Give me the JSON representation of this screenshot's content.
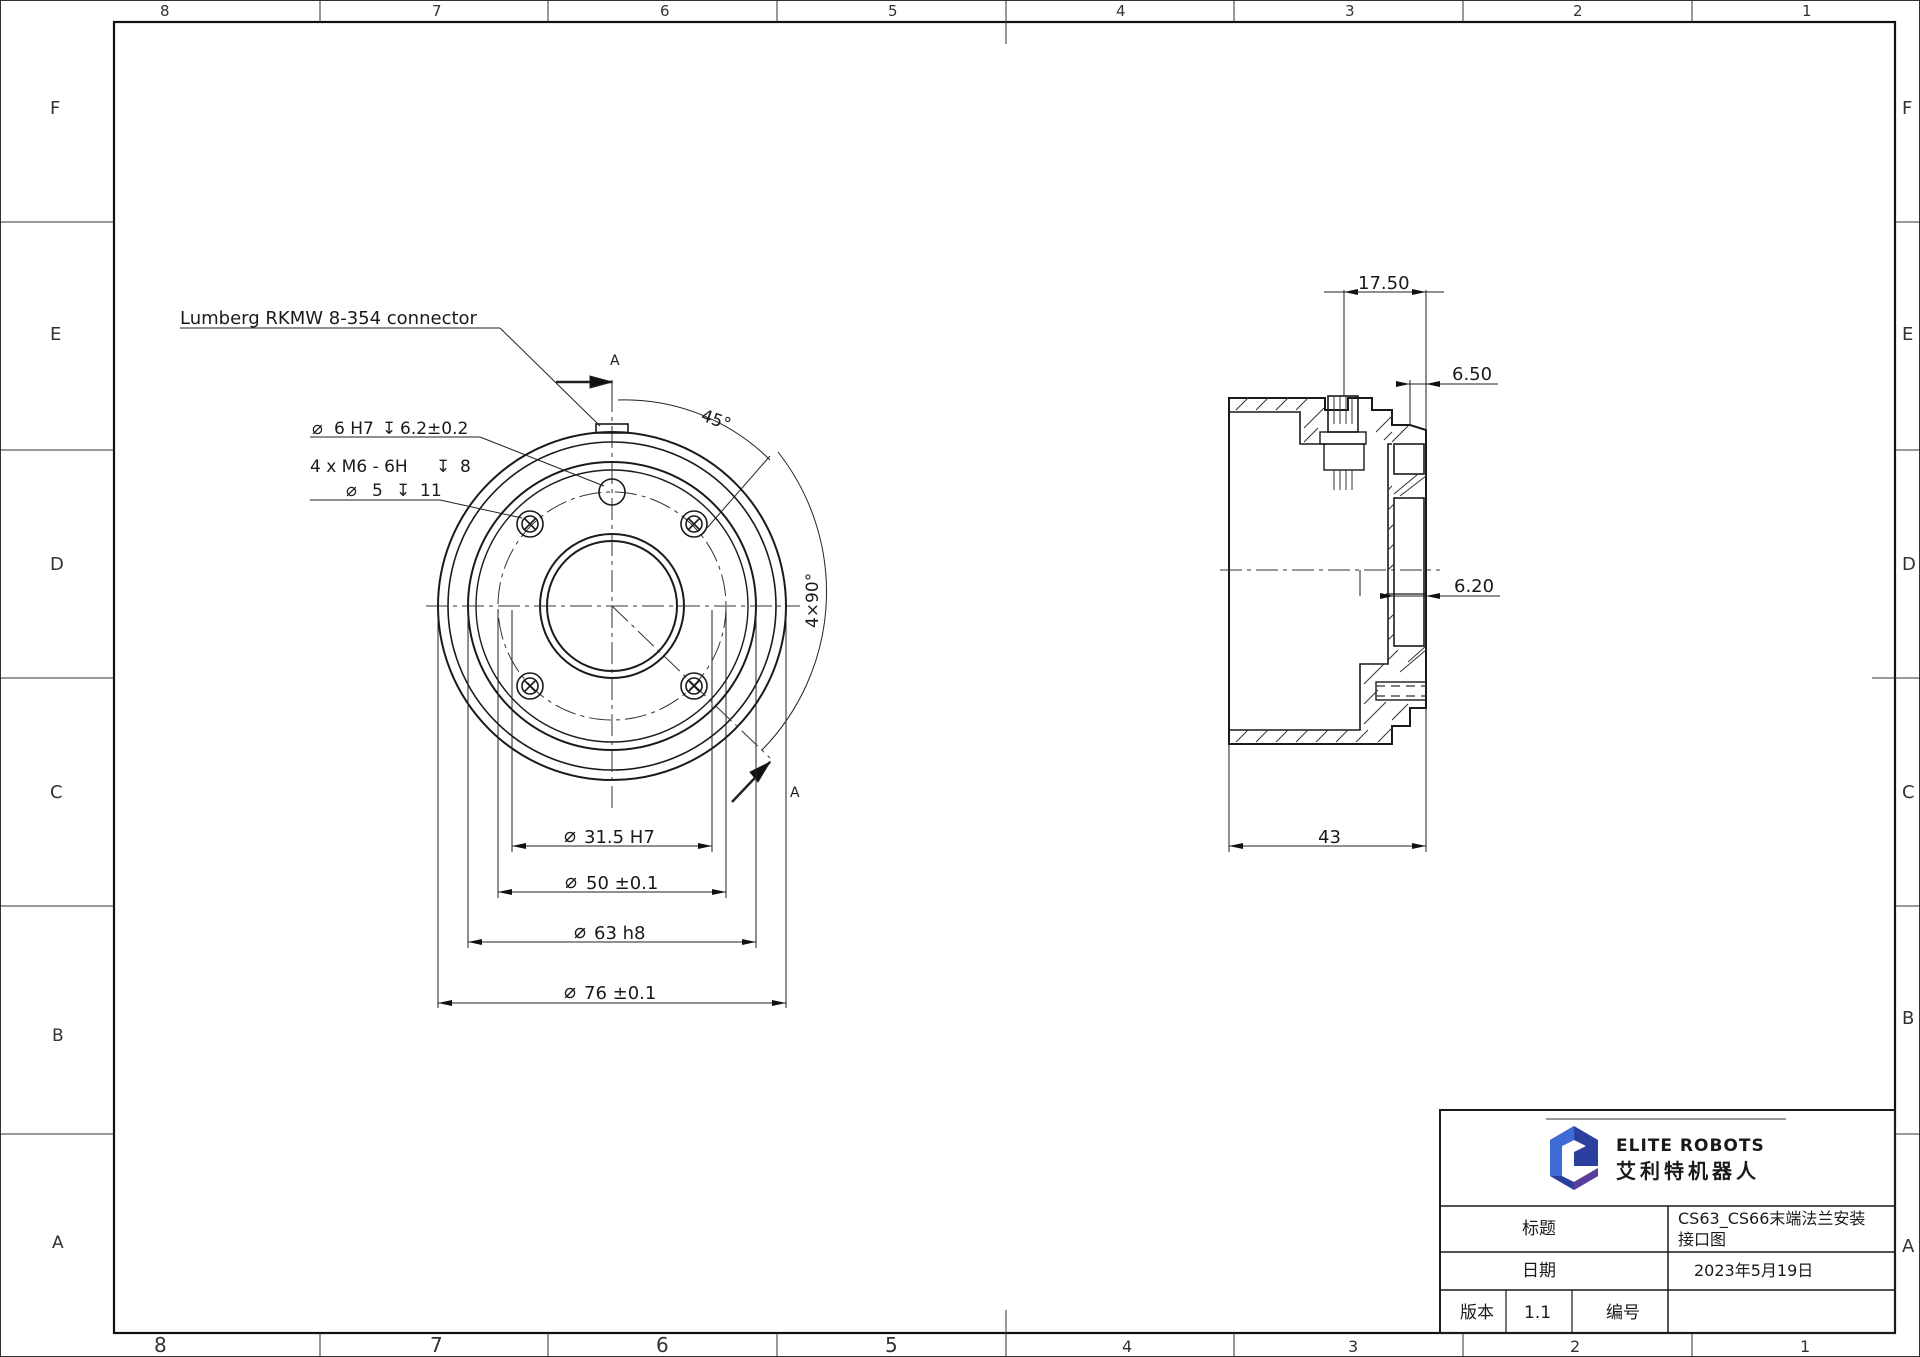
{
  "border": {
    "top_zones": [
      "8",
      "7",
      "6",
      "5",
      "4",
      "3",
      "2",
      "1"
    ],
    "bottom_zones": [
      "8",
      "7",
      "6",
      "5",
      "4",
      "3",
      "2",
      "1"
    ],
    "side_zones": [
      "F",
      "E",
      "D",
      "C",
      "B",
      "A"
    ]
  },
  "front_view": {
    "connector_label": "Lumberg RKMW 8-354 connector",
    "section_mark": "A",
    "angle_45": "45°",
    "angle_4x90": "4×90°",
    "hole_spec_1": "6 H7",
    "hole_spec_1_depth": "6.2±0.2",
    "hole_spec_2": "4 x  M6 - 6H",
    "hole_spec_2_depth": "8",
    "hole_spec_3": "5",
    "hole_spec_3_depth": "11",
    "dia_31": "31.5 H7",
    "dia_50": "50 ±0.1",
    "dia_63": "63 h8",
    "dia_76": "76 ±0.1"
  },
  "side_view": {
    "dim_17_50": "17.50",
    "dim_6_50": "6.50",
    "dim_6_20": "6.20",
    "dim_43": "43"
  },
  "title_block": {
    "logo_en": "ELITE ROBOTS",
    "logo_cn": "艾利特机器人",
    "title_label": "标题",
    "title_value_line1": "CS63_CS66末端法兰安装",
    "title_value_line2": "接口图",
    "date_label": "日期",
    "date_value": "2023年5月19日",
    "version_label": "版本",
    "version_value": "1.1",
    "number_label": "编号",
    "number_value": "",
    "colors": {
      "logo_blue": "#2b3f9e",
      "logo_purple": "#5a3d9c",
      "logo_light": "#3f6bd6"
    }
  }
}
